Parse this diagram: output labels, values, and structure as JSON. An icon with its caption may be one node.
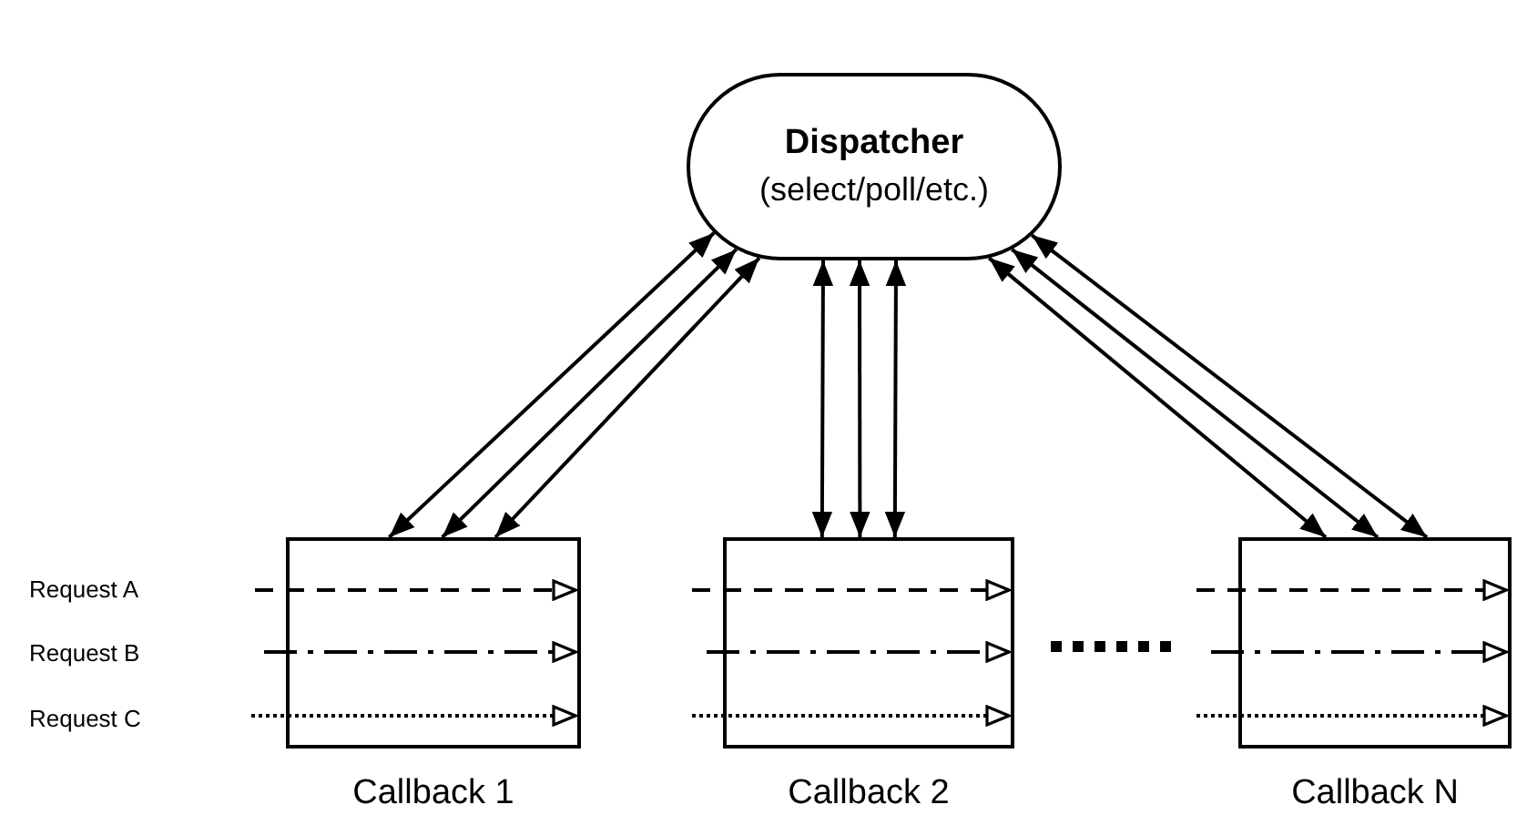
{
  "diagram": {
    "nodes": [
      {
        "text": [
          "Dispatcher",
          "(select/poll/etc.)"
        ]
      },
      {
        "text": [],
        "shape": "box",
        "beside": [
          "Callback 1"
        ]
      },
      {
        "text": [],
        "shape": "box",
        "beside": [
          "Callback 2"
        ]
      },
      {
        "text": [],
        "shape": "box",
        "beside": [
          "Callback N"
        ]
      }
    ],
    "labels": [
      "Request A",
      "Request B",
      "Request C"
    ],
    "edges": [
      {
        "from": 1,
        "to": 0,
        "arrow": "both"
      },
      {
        "from": 1,
        "to": 0,
        "arrow": "both"
      },
      {
        "from": 1,
        "to": 0,
        "arrow": "both"
      },
      {
        "from": 2,
        "to": 0,
        "arrow": "both"
      },
      {
        "from": 2,
        "to": 0,
        "arrow": "both"
      },
      {
        "from": 2,
        "to": 0,
        "arrow": "both"
      },
      {
        "from": 3,
        "to": 0,
        "arrow": "both"
      },
      {
        "from": 3,
        "to": 0,
        "arrow": "both"
      },
      {
        "from": 3,
        "to": 0,
        "arrow": "both"
      },
      {
        "from": null,
        "to": 1,
        "arrow": "to",
        "style": "dashed"
      },
      {
        "from": null,
        "to": 1,
        "arrow": "to",
        "style": "dashed"
      },
      {
        "from": null,
        "to": 1,
        "arrow": "to",
        "style": "dashed"
      },
      {
        "from": null,
        "to": 2,
        "arrow": "to",
        "style": "dashed"
      },
      {
        "from": null,
        "to": 2,
        "arrow": "to",
        "style": "dashed"
      },
      {
        "from": null,
        "to": 2,
        "arrow": "to",
        "style": "dashed"
      },
      {
        "from": null,
        "to": 3,
        "arrow": "to",
        "style": "dashed"
      },
      {
        "from": null,
        "to": 3,
        "arrow": "to",
        "style": "dashed"
      },
      {
        "from": null,
        "to": 3,
        "arrow": "to",
        "style": "dashed"
      }
    ]
  }
}
